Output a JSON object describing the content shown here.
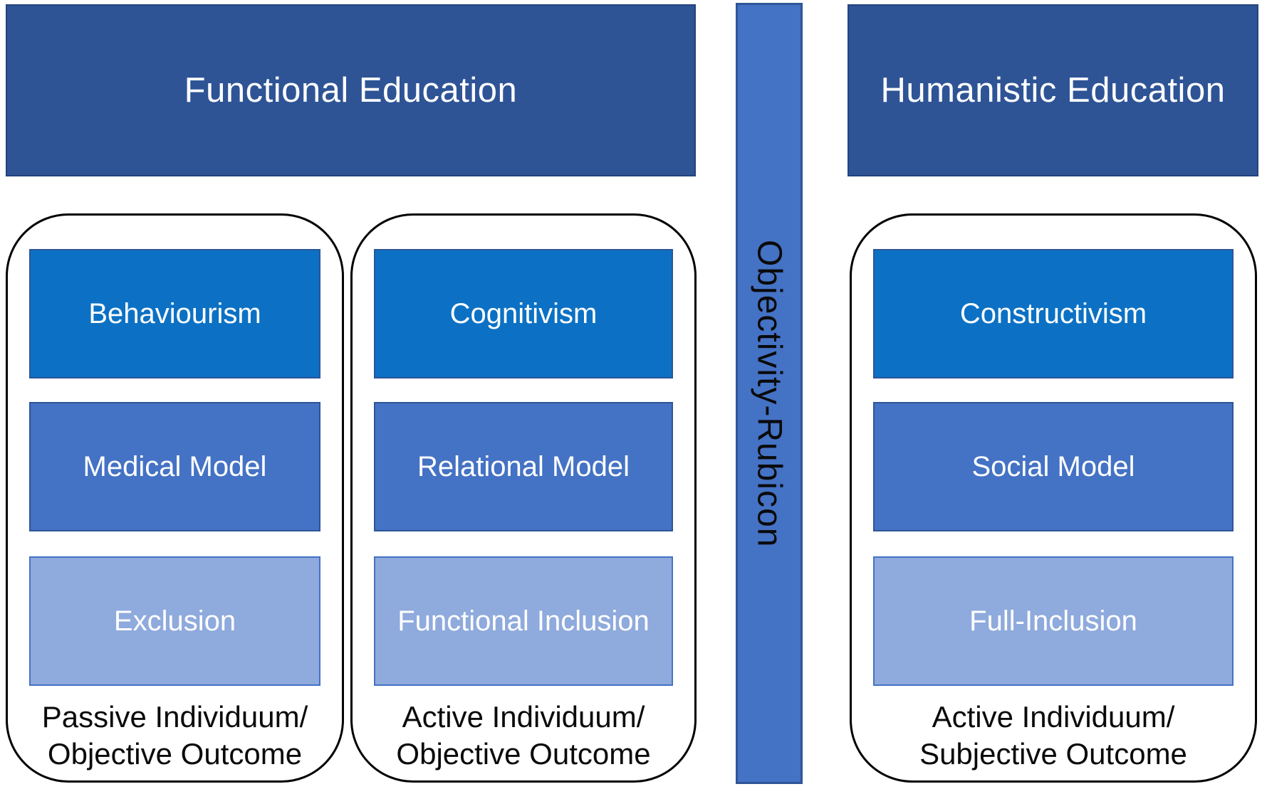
{
  "headers": [
    {
      "label": "Functional Education"
    },
    {
      "label": "Humanistic Education"
    }
  ],
  "divider": {
    "label": "Objectivity-Rubicon"
  },
  "groups": [
    {
      "boxes": [
        {
          "label": "Behaviourism"
        },
        {
          "label": "Medical Model"
        },
        {
          "label": "Exclusion"
        }
      ],
      "caption": [
        "Passive Individuum/",
        "Objective Outcome"
      ]
    },
    {
      "boxes": [
        {
          "label": "Cognitivism"
        },
        {
          "label": "Relational Model"
        },
        {
          "label": "Functional Inclusion"
        }
      ],
      "caption": [
        "Active Individuum/",
        "Objective Outcome"
      ]
    },
    {
      "boxes": [
        {
          "label": "Constructivism"
        },
        {
          "label": "Social Model"
        },
        {
          "label": "Full-Inclusion"
        }
      ],
      "caption": [
        "Active Individuum/",
        "Subjective Outcome"
      ]
    }
  ],
  "colors": {
    "header_fill": "#2E5496",
    "header_border": "#24437C",
    "box_top_fill": "#0C71C4",
    "box_top_border": "#2A5699",
    "box_mid_fill": "#4472C4",
    "box_mid_border": "#2F5597",
    "box_light_fill": "#8FAADC",
    "box_light_border": "#4472C4",
    "divider_fill": "#4472C4",
    "divider_border": "#2F5597",
    "container_border": "#000000",
    "text_on_blue": "#FFFFFF",
    "text_dark": "#0A0A0A"
  }
}
